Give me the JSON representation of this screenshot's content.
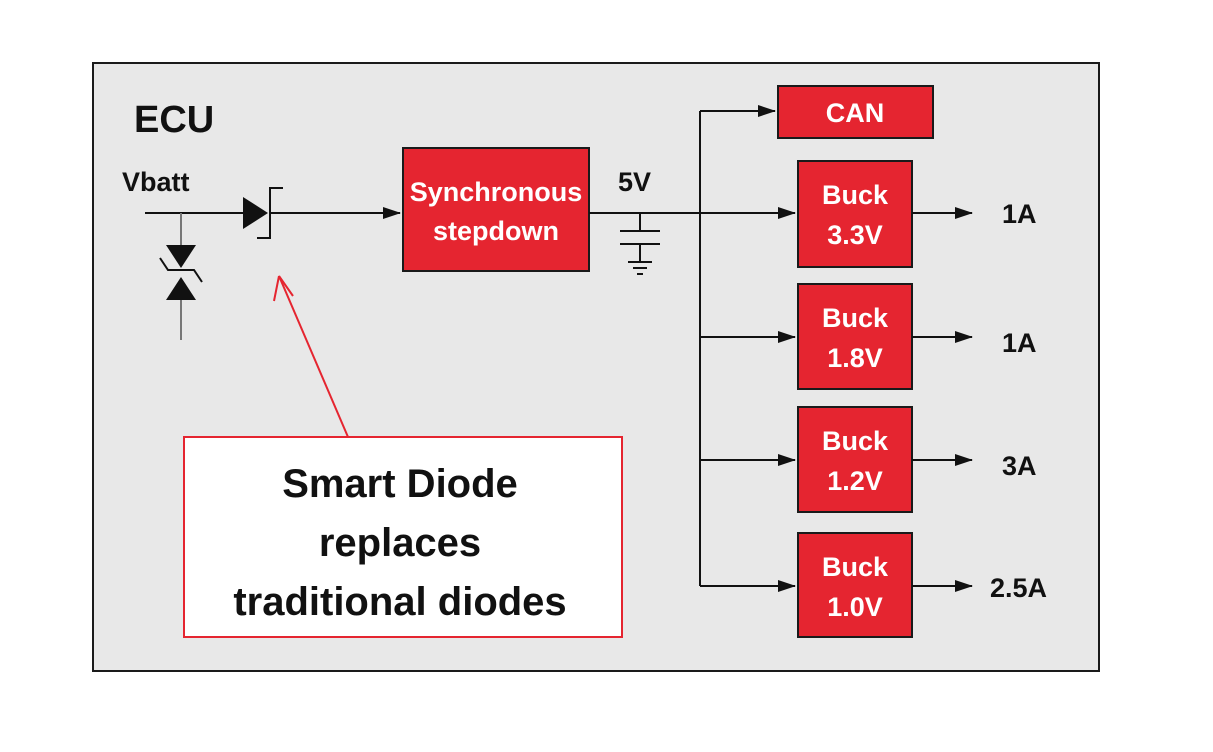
{
  "diagram": {
    "title": "ECU",
    "input_label": "Vbatt",
    "rail_label": "5V",
    "colors": {
      "block_fill": "#e52530",
      "frame_fill": "#e8e8e8",
      "callout_border": "#e52530"
    },
    "stepdown": {
      "line1": "Synchronous",
      "line2": "stepdown"
    },
    "can": {
      "label": "CAN"
    },
    "bucks": [
      {
        "line1": "Buck",
        "line2": "3.3V",
        "output": "1A"
      },
      {
        "line1": "Buck",
        "line2": "1.8V",
        "output": "1A"
      },
      {
        "line1": "Buck",
        "line2": "1.2V",
        "output": "3A"
      },
      {
        "line1": "Buck",
        "line2": "1.0V",
        "output": "2.5A"
      }
    ],
    "callout": {
      "line1": "Smart Diode",
      "line2": "replaces",
      "line3": "traditional diodes"
    },
    "icons": {
      "smart_diode": "smart-diode-icon",
      "tvs_diode": "tvs-diode-icon",
      "capacitor": "capacitor-icon",
      "ground": "ground-icon"
    }
  }
}
